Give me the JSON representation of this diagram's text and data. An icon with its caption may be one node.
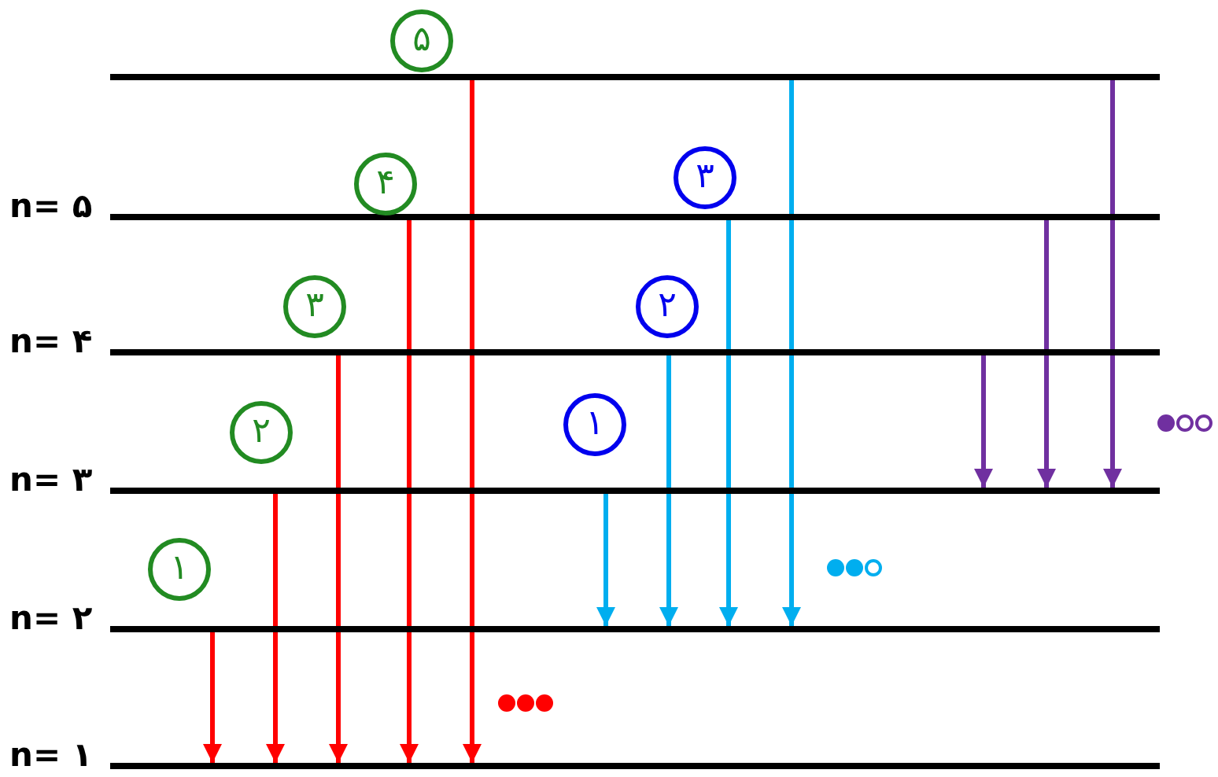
{
  "diagram": {
    "nodes": [
      {
        "text": [],
        "shape": "bar"
      },
      {
        "text": [
          "n= ۵"
        ]
      },
      {
        "text": [
          "n= ۴"
        ]
      },
      {
        "text": [
          "n= ۳"
        ]
      },
      {
        "text": [
          "n= ۲"
        ]
      },
      {
        "text": [
          "n= ۱"
        ]
      }
    ],
    "edges": [
      {
        "from": 4,
        "to": 5,
        "arrow": "to"
      },
      {
        "from": 3,
        "to": 5,
        "arrow": "to"
      },
      {
        "from": 2,
        "to": 5,
        "arrow": "to"
      },
      {
        "from": 1,
        "to": 5,
        "arrow": "to"
      },
      {
        "from": 0,
        "to": 5,
        "arrow": "to"
      },
      {
        "from": 3,
        "to": 4,
        "arrow": "to",
        "color": "#00aeef"
      },
      {
        "from": 2,
        "to": 4,
        "arrow": "to",
        "color": "#00aeef"
      },
      {
        "from": 1,
        "to": 4,
        "arrow": "to",
        "color": "#00aeef"
      },
      {
        "from": 0,
        "to": 4,
        "arrow": "to",
        "color": "#00aeef"
      },
      {
        "from": 2,
        "to": 3,
        "arrow": "to",
        "color": "#7030a0"
      },
      {
        "from": 1,
        "to": 3,
        "arrow": "to",
        "color": "#7030a0"
      },
      {
        "from": 0,
        "to": 3,
        "arrow": "to",
        "color": "#7030a0"
      }
    ],
    "labels": [
      "۵",
      "۴",
      "۳",
      "۲",
      "۱",
      "۳",
      "۲",
      "۱"
    ]
  }
}
